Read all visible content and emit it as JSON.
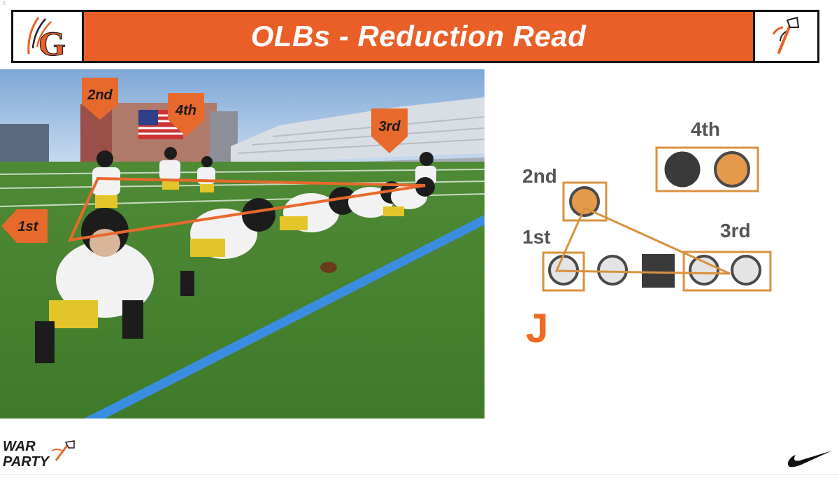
{
  "slide_number": "6",
  "header": {
    "title": "OLBs - Reduction Read",
    "left_logo_letter": "G",
    "left_logo_icon": "feather-g-logo",
    "right_logo_icon": "tomahawk-logo"
  },
  "field_image": {
    "markers": {
      "first": "1st",
      "second": "2nd",
      "third": "3rd",
      "fourth": "4th"
    }
  },
  "diagram": {
    "labels": {
      "first": "1st",
      "second": "2nd",
      "third": "3rd",
      "fourth": "4th"
    },
    "position_letter": "J"
  },
  "footer": {
    "brand_line1": "WAR",
    "brand_line2": "PARTY",
    "right_logo_icon": "nike-swoosh"
  },
  "colors": {
    "header_orange": "#ea5f27",
    "box_orange": "#d9913f",
    "fill_orange": "#e49a4a",
    "letter_orange": "#f06a1f",
    "field_blue_line": "#3b8de2"
  }
}
